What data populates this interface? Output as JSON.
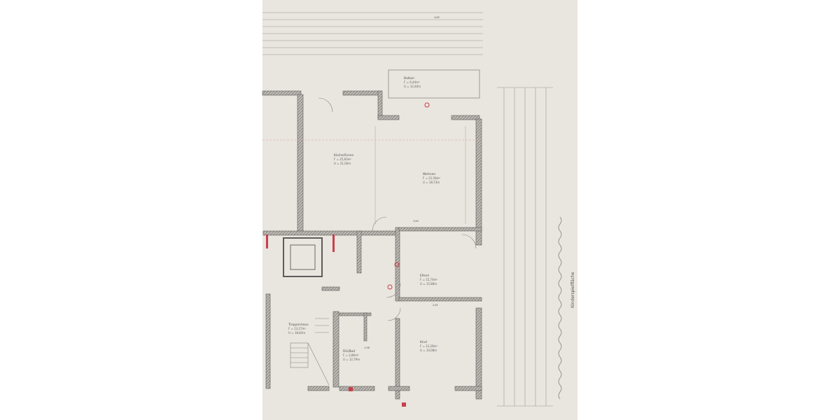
{
  "colors": {
    "paper": "#e9e5df",
    "wall": "#6b6966",
    "line": "#8a8884",
    "annotation": "#c8404a",
    "dimension": "#9a9894"
  },
  "rooms": [
    {
      "name": "Balkon",
      "area": "F = 6,44m²",
      "perimeter": "U = 12,40m"
    },
    {
      "name": "Küche/Essen",
      "area": "F = 25,83m²",
      "perimeter": "U = 21,00m"
    },
    {
      "name": "Wohnen",
      "area": "F = 21,58m²",
      "perimeter": "U = 18,73m"
    },
    {
      "name": "Eltern",
      "area": "F = 15,74m²",
      "perimeter": "U = 15,88m"
    },
    {
      "name": "Kind",
      "area": "F = 12,28m²",
      "perimeter": "U = 14,08m"
    },
    {
      "name": "DG/Bad",
      "area": "F = 2,86m²",
      "perimeter": "U = 12,79m"
    },
    {
      "name": "Treppenhaus",
      "area": "F = 13,27m²",
      "perimeter": "U = 18,83m"
    }
  ],
  "labels": {
    "side_area": "Kinderspielfläche",
    "dim_top": "4,80",
    "dim_mid": "3,85",
    "dim_eltern": "2,81",
    "dim_bad": "1,98"
  }
}
